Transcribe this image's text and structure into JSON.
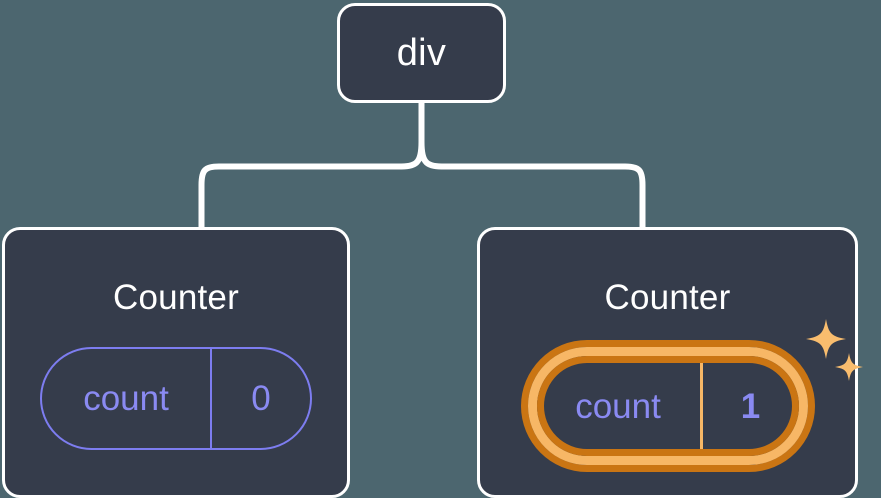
{
  "diagram": {
    "type": "component-tree",
    "background_color": "#4c666f",
    "node_fill_color": "#353c4b",
    "node_border_color": "#ffffff",
    "connector_color": "#ffffff",
    "state_color": "#8a8af2",
    "highlight_outer_color": "#ca7513",
    "highlight_inner_color": "#f7b766",
    "root": {
      "label": "div"
    },
    "children": [
      {
        "label": "Counter",
        "state": {
          "key": "count",
          "value": "0"
        },
        "highlighted": false,
        "sparkle": false
      },
      {
        "label": "Counter",
        "state": {
          "key": "count",
          "value": "1"
        },
        "highlighted": true,
        "sparkle": true
      }
    ]
  }
}
